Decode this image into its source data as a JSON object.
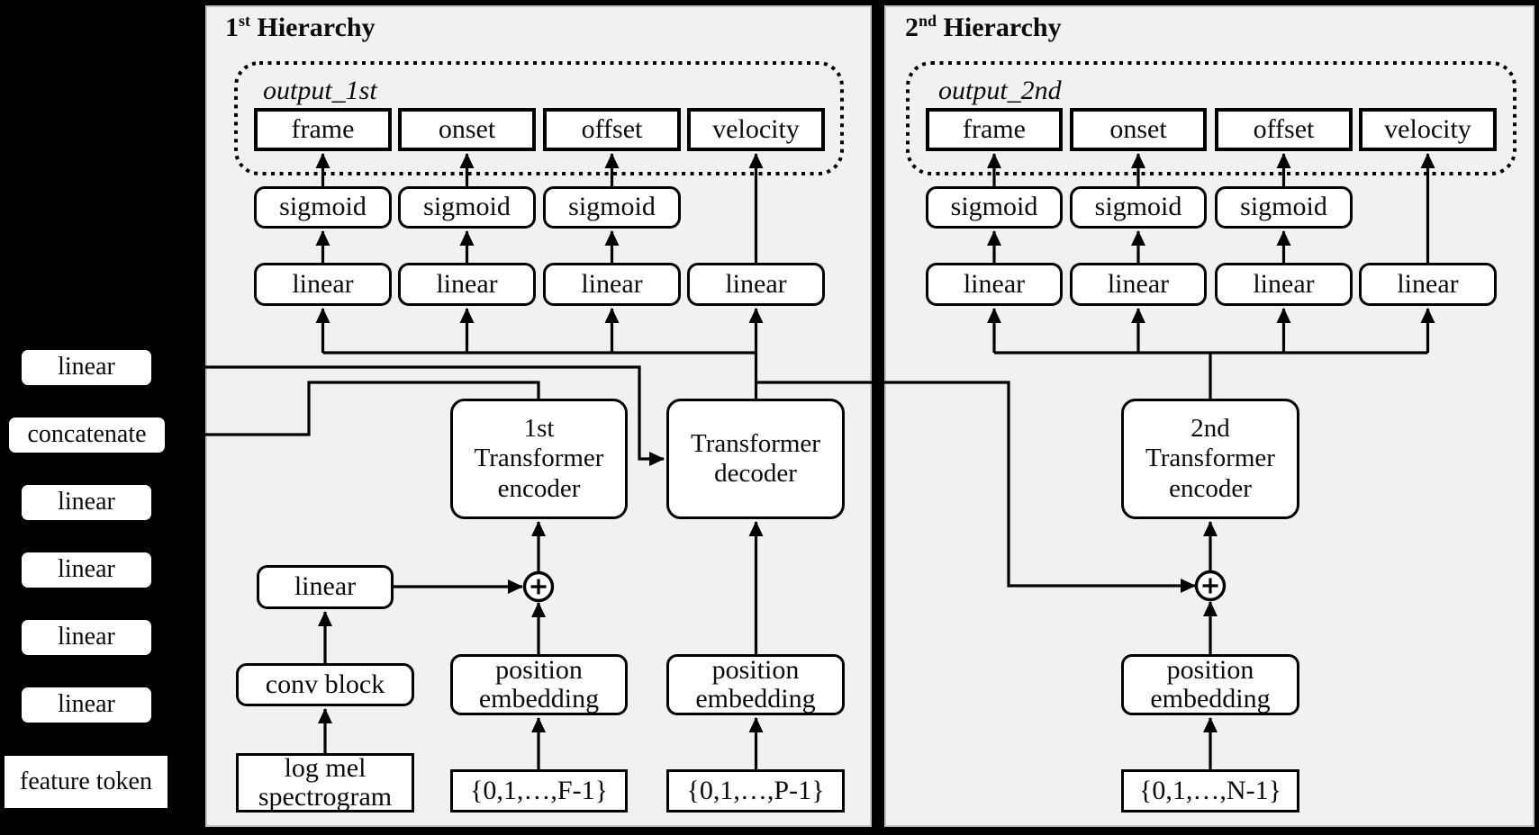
{
  "page": {
    "background": "#000000",
    "panel_background": "#f1f1f1",
    "panel_border": "#c2c2c2",
    "ink": "#000000",
    "box_fill": "#ffffff"
  },
  "sidebar": {
    "items": [
      {
        "label": "linear"
      },
      {
        "label": "concatenate"
      },
      {
        "label": "linear"
      },
      {
        "label": "linear"
      },
      {
        "label": "linear"
      },
      {
        "label": "linear"
      },
      {
        "label": "feature token"
      }
    ]
  },
  "h1": {
    "title_num": "1",
    "title_sup": "st",
    "title_word": "Hierarchy",
    "output_label": "output_1st",
    "heads": [
      {
        "output": "frame",
        "sigmoid": "sigmoid",
        "linear": "linear"
      },
      {
        "output": "onset",
        "sigmoid": "sigmoid",
        "linear": "linear"
      },
      {
        "output": "offset",
        "sigmoid": "sigmoid",
        "linear": "linear"
      },
      {
        "output": "velocity",
        "linear": "linear"
      }
    ],
    "encoder": {
      "l1": "1st",
      "l2": "Transformer",
      "l3": "encoder"
    },
    "decoder": {
      "l1": "Transformer",
      "l2": "decoder"
    },
    "linear_proj": "linear",
    "conv_block": "conv block",
    "log_mel": {
      "l1": "log mel",
      "l2": "spectrogram"
    },
    "pos_emb_freq": {
      "l1": "position",
      "l2": "embedding"
    },
    "pos_emb_dec": {
      "l1": "position",
      "l2": "embedding"
    },
    "tokens_freq": "{0,1,…,F-1}",
    "tokens_dec": "{0,1,…,P-1}",
    "adder_icon": "plus-circle"
  },
  "h2": {
    "title_num": "2",
    "title_sup": "nd",
    "title_word": "Hierarchy",
    "output_label": "output_2nd",
    "heads": [
      {
        "output": "frame",
        "sigmoid": "sigmoid",
        "linear": "linear"
      },
      {
        "output": "onset",
        "sigmoid": "sigmoid",
        "linear": "linear"
      },
      {
        "output": "offset",
        "sigmoid": "sigmoid",
        "linear": "linear"
      },
      {
        "output": "velocity",
        "linear": "linear"
      }
    ],
    "encoder": {
      "l1": "2nd",
      "l2": "Transformer",
      "l3": "encoder"
    },
    "pos_emb": {
      "l1": "position",
      "l2": "embedding"
    },
    "tokens": "{0,1,…,N-1}",
    "adder_icon": "plus-circle"
  }
}
